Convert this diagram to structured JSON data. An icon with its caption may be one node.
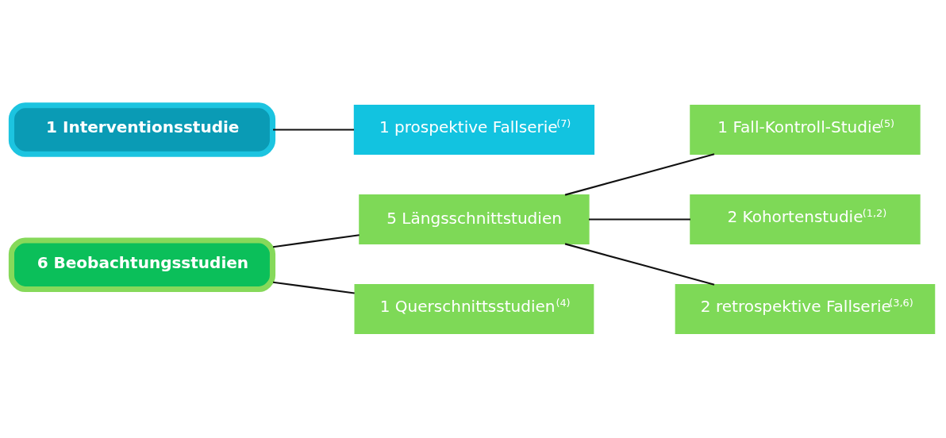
{
  "diagram": {
    "nodes": [
      {
        "text": [
          "6 Beobachtungsstudien"
        ]
      },
      {
        "text": [
          "5 Längsschnittstudien"
        ]
      },
      {
        "text": [
          "1 Fall-Kontroll-Studie$^{(5)}$"
        ]
      },
      {
        "text": [
          "2 Kohortenstudie$^{(1,2)}$"
        ]
      },
      {
        "text": [
          "2 retrospektive Fallserie$^{(3,6)}$"
        ]
      },
      {
        "text": [
          "1 Querschnittsstudien$^{(4)}$"
        ]
      },
      {
        "text": [
          "1 Interventionsstudie"
        ]
      },
      {
        "text": [
          "1 prospektive Fallserie$^{(7)}$"
        ]
      }
    ],
    "edges": [
      {
        "from": 0,
        "to": 1,
        "arrow": "none"
      },
      {
        "from": 1,
        "to": 2,
        "arrow": "none"
      },
      {
        "from": 1,
        "to": 3,
        "arrow": "none"
      },
      {
        "from": 1,
        "to": 4,
        "arrow": "none"
      },
      {
        "from": 0,
        "to": 5,
        "arrow": "none"
      },
      {
        "from": 6,
        "to": 7,
        "arrow": "none"
      }
    ]
  }
}
